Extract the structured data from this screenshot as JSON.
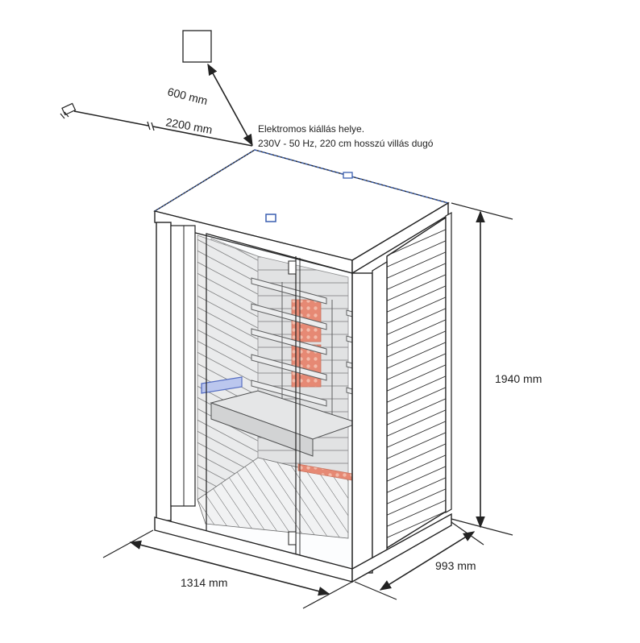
{
  "labels": {
    "outlet_distance": "600 mm",
    "cable_length": "2200 mm",
    "electrical_note_line1": "Elektromos kiállás helye.",
    "electrical_note_line2": "230V - 50 Hz, 220 cm hosszú villás dugó",
    "height": "1940 mm",
    "width": "1314 mm",
    "depth": "993 mm"
  },
  "colors": {
    "line": "#222222",
    "heater": "#e8826a",
    "heater_light": "#f5b8a4",
    "bench_accent": "#7d93d6",
    "interior_shade": "#d7d7d7",
    "wall_fill": "#ffffff"
  },
  "icons": [
    "power-plug-icon",
    "wall-outlet-icon"
  ]
}
